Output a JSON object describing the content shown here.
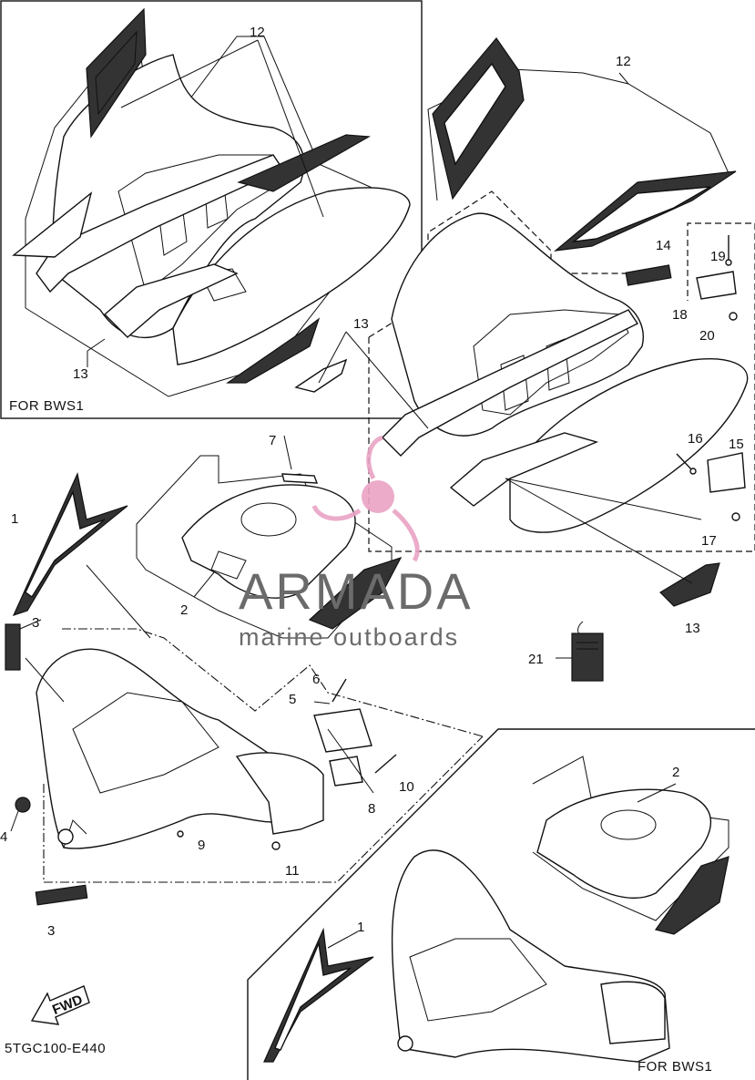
{
  "diagram": {
    "code": "5TGC100-E440",
    "variant_label_top": "FOR BWS1",
    "variant_label_bottom": "FOR BWS1",
    "fwd_label": "FWD",
    "callouts": [
      "1",
      "1",
      "2",
      "2",
      "3",
      "3",
      "4",
      "5",
      "6",
      "7",
      "8",
      "9",
      "10",
      "11",
      "12",
      "12",
      "13",
      "13",
      "13",
      "14",
      "15",
      "16",
      "17",
      "18",
      "19",
      "20",
      "21"
    ]
  },
  "watermark": {
    "brand": "ARMADA",
    "tagline": "marine outboards",
    "accent_color": "#e9a3c4",
    "text_color": "#6b6b6b"
  }
}
